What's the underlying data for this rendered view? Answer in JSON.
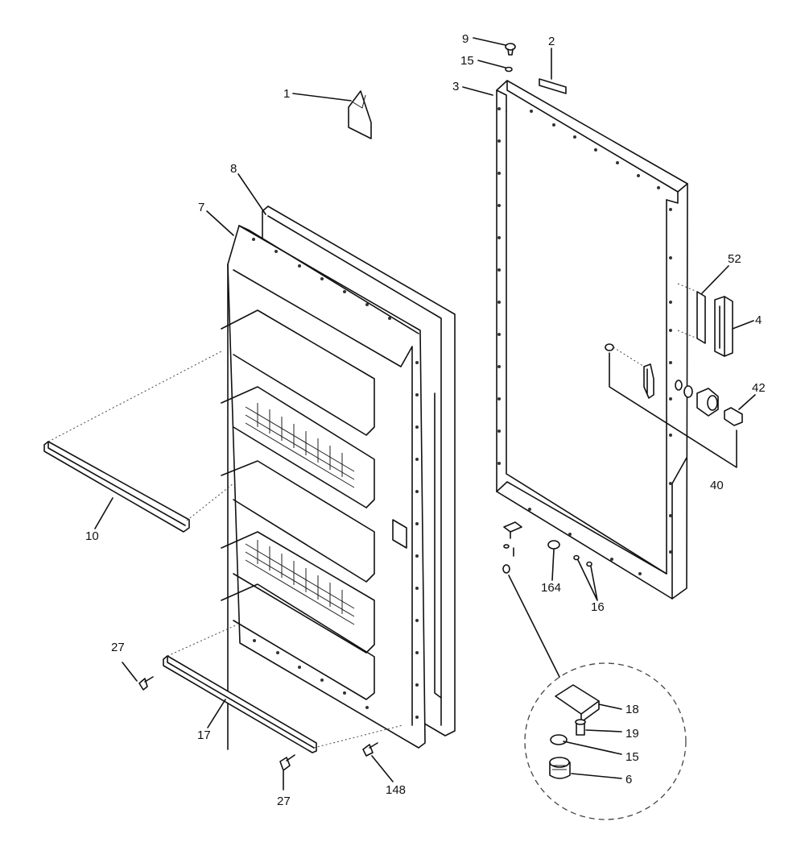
{
  "callouts": [
    {
      "id": "1"
    },
    {
      "id": "2"
    },
    {
      "id": "3"
    },
    {
      "id": "4"
    },
    {
      "id": "6"
    },
    {
      "id": "7"
    },
    {
      "id": "8"
    },
    {
      "id": "9"
    },
    {
      "id": "10"
    },
    {
      "id": "15"
    },
    {
      "id": "15"
    },
    {
      "id": "16"
    },
    {
      "id": "17"
    },
    {
      "id": "18"
    },
    {
      "id": "19"
    },
    {
      "id": "27"
    },
    {
      "id": "27"
    },
    {
      "id": "40"
    },
    {
      "id": "42"
    },
    {
      "id": "52"
    },
    {
      "id": "148"
    },
    {
      "id": "164"
    }
  ]
}
